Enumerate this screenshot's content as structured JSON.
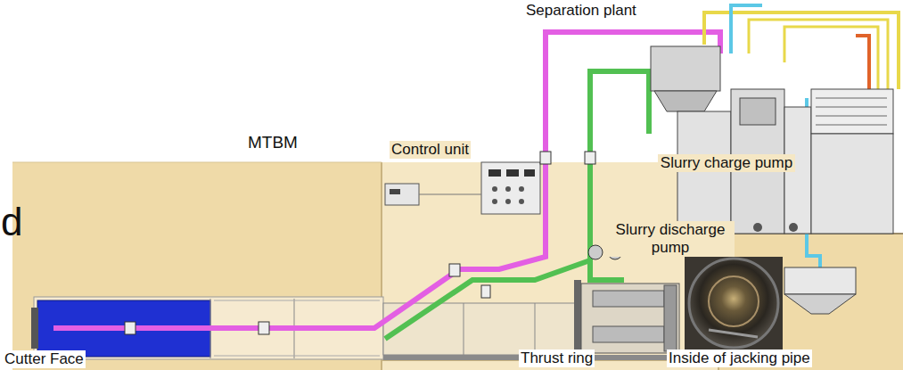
{
  "diagram": {
    "labels": [
      "d",
      "Separation plant",
      "Control unit",
      "MTBM",
      "Slurry charge pump",
      "Slurry discharge pump",
      "Thrust ring",
      "Inside of jacking pipe",
      "Cutter Face"
    ]
  }
}
